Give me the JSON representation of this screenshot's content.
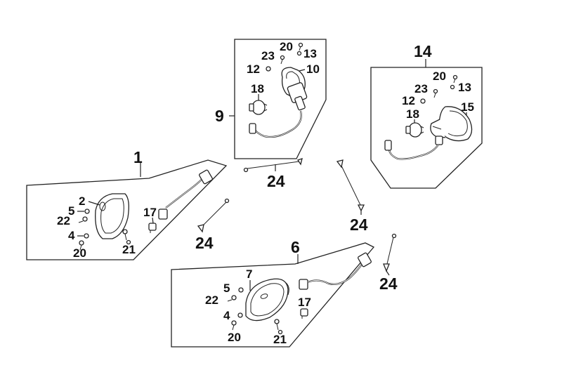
{
  "callouts": {
    "c1": "1",
    "c2": "2",
    "c4": "4",
    "c5": "5",
    "c6": "6",
    "c7": "7",
    "c9": "9",
    "c10": "10",
    "c12": "12",
    "c13": "13",
    "c14": "14",
    "c15": "15",
    "c17": "17",
    "c18": "18",
    "c20": "20",
    "c21": "21",
    "c22": "22",
    "c23": "23",
    "c24": "24"
  },
  "icons": {
    "lens": "lens-icon",
    "bulb": "bulb-icon",
    "screw": "screw-icon",
    "clip": "clip-icon",
    "wire-harness": "wire-harness-icon",
    "cable-tie": "cable-tie-icon"
  }
}
